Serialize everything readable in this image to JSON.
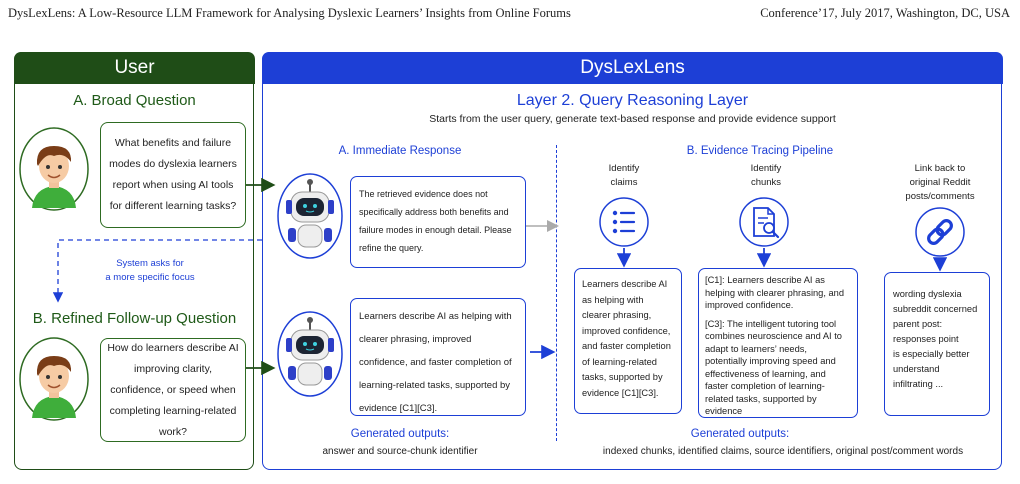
{
  "header": {
    "left": "DysLexLens: A Low-Resource LLM Framework for Analysing Dyslexic Learners’ Insights from Online Forums",
    "right": "Conference’17, July 2017, Washington, DC, USA"
  },
  "user": {
    "title": "User",
    "broad_heading": "A. Broad Question",
    "broad_question": "What benefits and failure modes do dyslexia learners report when using AI tools for different learning tasks?",
    "system_note_line1": "System asks for",
    "system_note_line2": "a more specific focus",
    "refined_heading": "B. Refined Follow-up Question",
    "refined_question": "How do learners describe AI improving clarity, confidence, or speed when completing learning-related work?"
  },
  "dyslexlens": {
    "title": "DysLexLens",
    "layer_title": "Layer 2. Query Reasoning Layer",
    "layer_subtitle": "Starts from the user query, generate text-based response and provide evidence support",
    "immediate": {
      "heading": "A. Immediate Response",
      "response1": "The retrieved evidence does not specifically address both benefits and failure modes in enough detail. Please refine the query.",
      "response2": "Learners describe AI as helping with clearer phrasing, improved confidence, and faster completion of learning-related tasks, supported by evidence [C1][C3].",
      "outputs_label": "Generated outputs:",
      "outputs_text": "answer and source-chunk identifier"
    },
    "evidence": {
      "heading": "B. Evidence Tracing Pipeline",
      "col1_label_line1": "Identify",
      "col1_label_line2": "claims",
      "col2_label_line1": "Identify",
      "col2_label_line2": "chunks",
      "col3_label_line1": "Link back to",
      "col3_label_line2": "original Reddit",
      "col3_label_line3": "posts/comments",
      "claims_text": "Learners describe AI as helping with clearer phrasing, improved confidence, and faster completion of learning-related tasks, supported by evidence [C1][C3].",
      "chunk_c1": "[C1]: Learners describe AI as helping with clearer phrasing, and improved confidence.",
      "chunk_c3": "[C3]: The intelligent tutoring tool combines neuroscience and AI to adapt to learners’ needs, potentially improving speed and effectiveness of learning, and faster completion of learning-related tasks, supported by evidence",
      "reddit_words": [
        "wording dyslexia",
        "subreddit concerned",
        "parent post:",
        "responses point",
        "is especially better",
        "understand",
        "infiltrating ..."
      ],
      "outputs_label": "Generated outputs:",
      "outputs_text": "indexed chunks, identified claims, source identifiers, original post/comment words"
    }
  },
  "colors": {
    "user_green": "#1f4d17",
    "lens_blue": "#1d3fd6",
    "gray_arrow": "#aaaaaa"
  },
  "icons": [
    "boy-avatar-icon",
    "robot-icon",
    "list-icon",
    "document-search-icon",
    "link-icon"
  ]
}
